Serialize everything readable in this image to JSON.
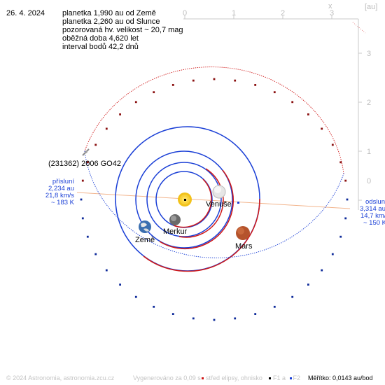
{
  "date": "26. 4. 2024",
  "info": {
    "line1": "planetka 1,990 au od Země",
    "line2": "planetka 2,260 au od Slunce",
    "line3": "pozorovaná hv. velikost ~ 20,7 mag",
    "line4": "oběžná doba 4,620 let",
    "line5": "interval bodů 42,2 dnů"
  },
  "axes": {
    "top_ticks": [
      "0",
      "1",
      "2",
      "3"
    ],
    "x_label": "x",
    "unit": "[au]",
    "right_ticks": [
      "3",
      "2",
      "1",
      "0"
    ]
  },
  "asteroid_label": "(231362) 2006 GO42",
  "perihelion": {
    "label": "přísluní",
    "distance": "2,234 au",
    "speed": "21,8 km/s",
    "temp": "~ 183 K"
  },
  "aphelion": {
    "label": "odsluní",
    "distance": "3,314 au",
    "speed": "14,7 km/s",
    "temp": "~ 150 K"
  },
  "bodies": {
    "venus": "Venuše",
    "mercury": "Merkur",
    "earth": "Země",
    "mars": "Mars"
  },
  "footer": {
    "copyright": "© 2024 Astronomia, astronomia.zcu.cz",
    "generated": "Vygenerováno za 0,09 s",
    "legend_center": "střed elipsy, ohnisko",
    "legend_f1": "F1 a",
    "legend_f2": "F2",
    "scale": "Měřítko: 0,0143 au/bod"
  },
  "colors": {
    "orbit_blue": "#1a3fd6",
    "orbit_red": "#d01818",
    "apsis_line": "#f2b48c",
    "axis_gray": "#bdbdbd",
    "sun": "#f0c020"
  }
}
